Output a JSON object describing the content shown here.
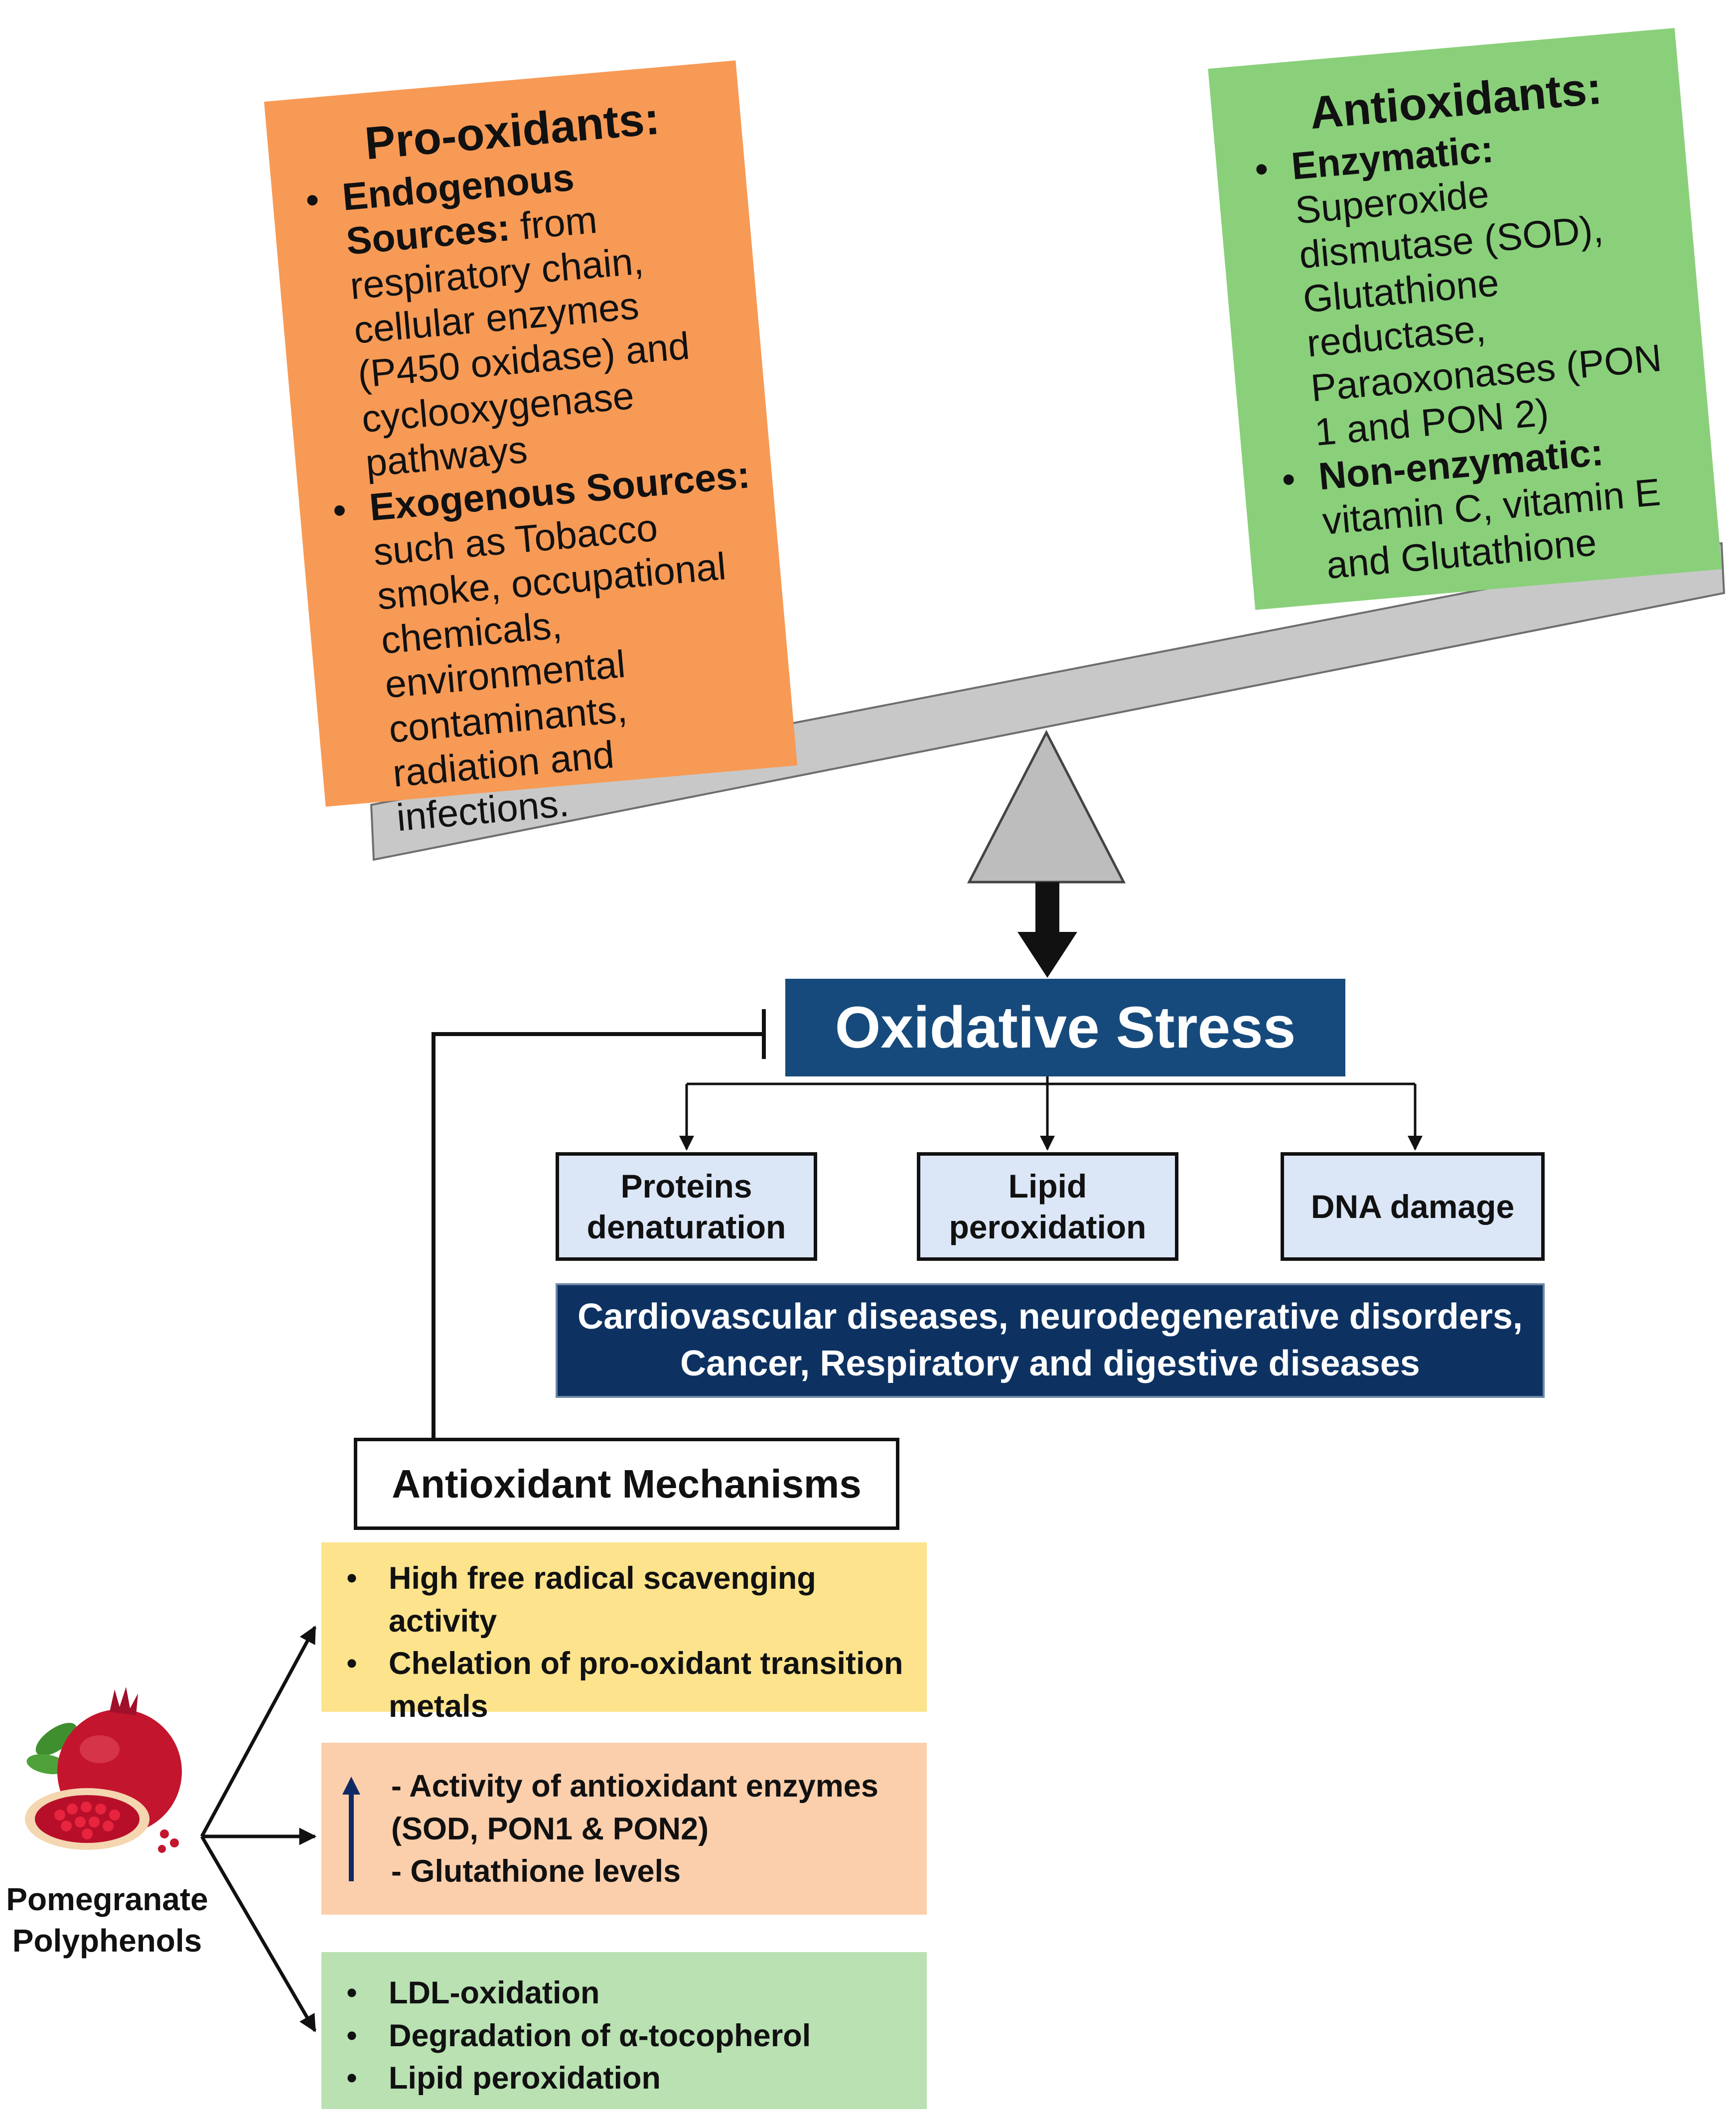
{
  "pro_oxidants": {
    "title": "Pro-oxidants:",
    "items": [
      {
        "label": "Endogenous Sources:",
        "text": "from respiratory chain, cellular enzymes (P450 oxidase) and cyclooxygenase pathways"
      },
      {
        "label": "Exogenous Sources:",
        "text": "such as Tobacco smoke, occupational chemicals, environmental contaminants, radiation and infections."
      }
    ]
  },
  "antioxidants": {
    "title": "Antioxidants:",
    "items": [
      {
        "label": "Enzymatic:",
        "text": "Superoxide dismutase (SOD), Glutathione reductase, Paraoxonases (PON 1 and PON 2)"
      },
      {
        "label": "Non-enzymatic:",
        "text": "vitamin C, vitamin E and Glutathione"
      }
    ]
  },
  "oxidative_stress": "Oxidative Stress",
  "effects": {
    "proteins": [
      "Proteins",
      "denaturation"
    ],
    "lipid": [
      "Lipid",
      "peroxidation"
    ],
    "dna": "DNA damage"
  },
  "diseases": [
    "Cardiovascular diseases, neurodegenerative disorders,",
    "Cancer, Respiratory and digestive diseases"
  ],
  "mechanisms": {
    "title": "Antioxidant Mechanisms",
    "scavenging": [
      "High free radical scavenging activity",
      "Chelation of pro-oxidant transition",
      "metals"
    ],
    "enzymes": [
      "- Activity of antioxidant enzymes",
      "(SOD, PON1 & PON2)",
      "- Glutathione levels"
    ],
    "inhibition": [
      "LDL-oxidation",
      "Degradation of α-tocopherol",
      "Lipid peroxidation"
    ]
  },
  "pomegranate": [
    "Pomegranate",
    "Polyphenols"
  ],
  "colors": {
    "pro_box": "#f79a55",
    "anti_box": "#8ad07a",
    "oxidative_stress": "#174a7c",
    "diseases": "#0d3262",
    "effects": "#dbe6f7",
    "panel_yellow": "#fce38c",
    "panel_peach": "#fccfac",
    "panel_green": "#b9e1b2",
    "beam": "#c8c8c8",
    "up_arrow": "#0f2a63"
  },
  "icons": {
    "fruit": "pomegranate-icon",
    "increase": "up-arrow-icon",
    "inhibition": "inhibition-bar-icon"
  }
}
